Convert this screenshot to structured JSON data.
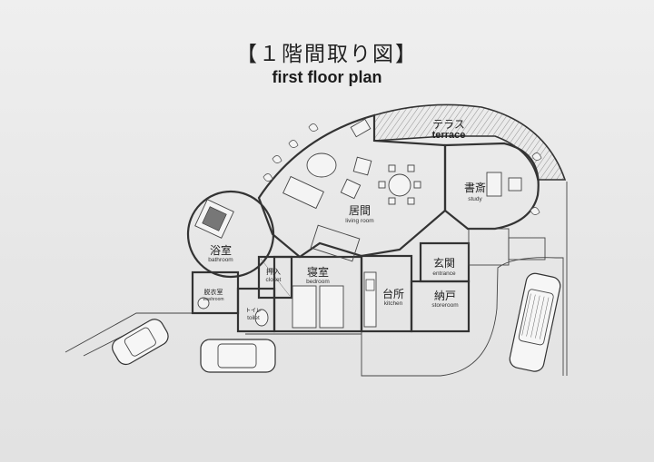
{
  "title_jp": "【１階間取り図】",
  "title_en": "first floor plan",
  "rooms": {
    "terrace": {
      "jp": "テラス",
      "en": "terrace"
    },
    "study": {
      "jp": "書斎",
      "en": "study"
    },
    "living": {
      "jp": "居間",
      "en": "living room"
    },
    "bathroom": {
      "jp": "浴室",
      "en": "bathroom"
    },
    "closet": {
      "jp": "押入",
      "en": "closet"
    },
    "bedroom": {
      "jp": "寝室",
      "en": "bedroom"
    },
    "entrance": {
      "jp": "玄関",
      "en": "entrance"
    },
    "kitchen": {
      "jp": "台所",
      "en": "kitchen"
    },
    "storeroom": {
      "jp": "納戸",
      "en": "storeroom"
    },
    "washroom": {
      "jp": "脱衣室",
      "en": "washroom"
    },
    "toilet": {
      "jp": "トイレ",
      "en": "toilet"
    }
  }
}
